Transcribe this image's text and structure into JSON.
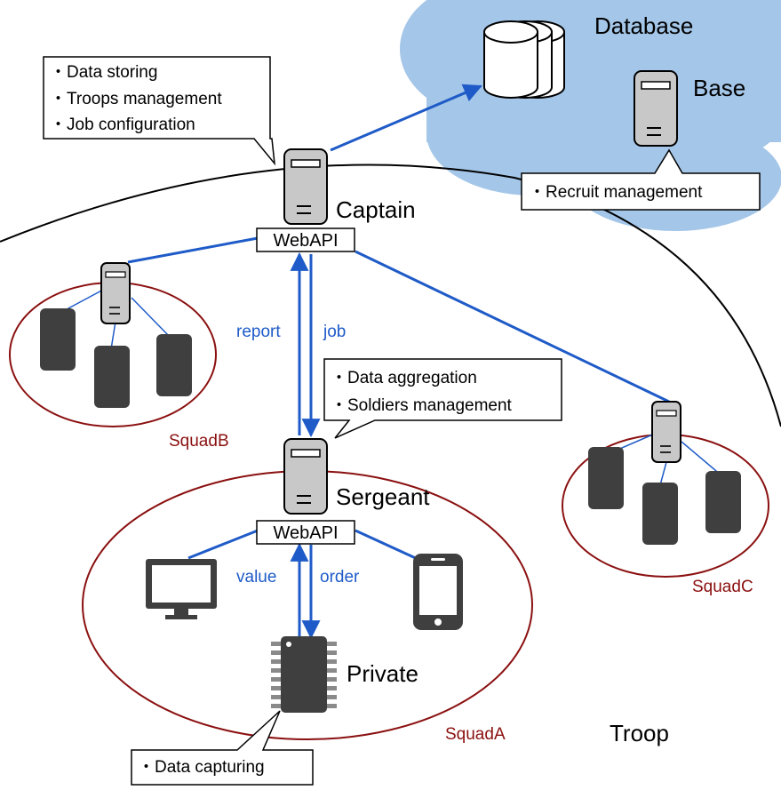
{
  "labels": {
    "database": "Database",
    "base": "Base",
    "captain": "Captain",
    "sergeant": "Sergeant",
    "private": "Private",
    "troop": "Troop",
    "squad_a": "SquadA",
    "squad_b": "SquadB",
    "squad_c": "SquadC",
    "webapi_captain": "WebAPI",
    "webapi_sergeant": "WebAPI",
    "report": "report",
    "job": "job",
    "value": "value",
    "order": "order"
  },
  "callouts": {
    "captain": [
      "・Data storing",
      "・Troops management",
      "・Job configuration"
    ],
    "base": [
      "・Recruit management"
    ],
    "sergeant": [
      "・Data aggregation",
      "・Soldiers management"
    ],
    "private": [
      "・Data capturing"
    ]
  },
  "colors": {
    "cloud": "#a4c6e8",
    "link": "#1f5bc8",
    "squad_ring": "#8b1010",
    "device": "#3f3f3f",
    "server": "#c8c8c8"
  },
  "icons": {
    "database": "database-icon",
    "server": "server-icon",
    "device": "device-icon",
    "monitor": "monitor-icon",
    "smartphone": "smartphone-icon",
    "chip": "chip-icon"
  }
}
